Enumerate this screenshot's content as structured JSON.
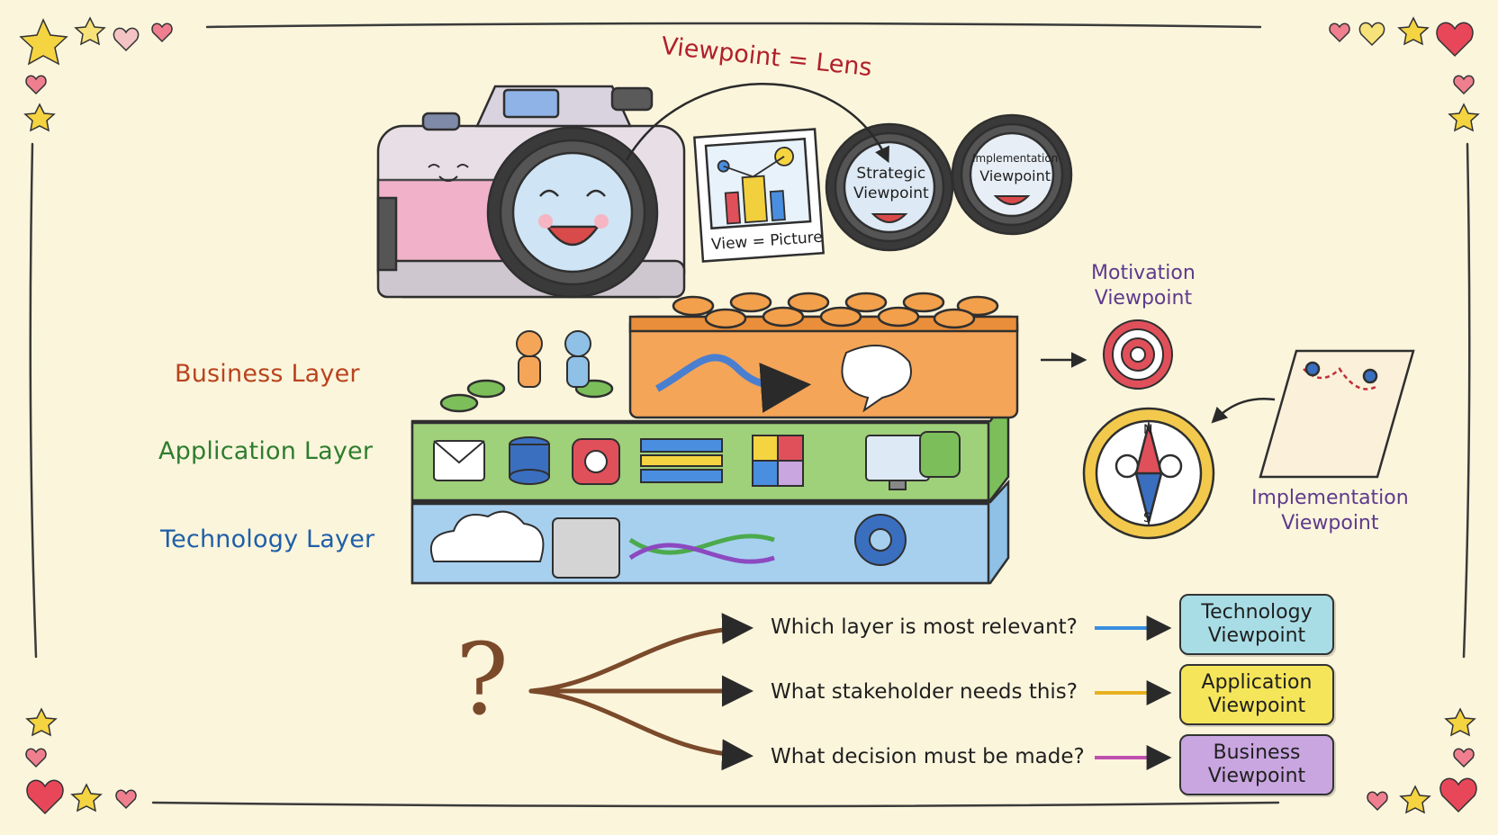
{
  "title": "Viewpoint = Lens",
  "picture_label": "View = Picture",
  "lenses": [
    {
      "line1": "Strategic",
      "line2": "Viewpoint"
    },
    {
      "line1": "Implementation",
      "line2": "Viewpoint"
    }
  ],
  "layers": {
    "business": "Business Layer",
    "application": "Application Layer",
    "technology": "Technology Layer"
  },
  "motivation": {
    "line1": "Motivation",
    "line2": "Viewpoint"
  },
  "implementation": {
    "line1": "Implementation",
    "line2": "Viewpoint"
  },
  "questions": [
    "Which layer is most relevant?",
    "What stakeholder needs this?",
    "What decision must be made?"
  ],
  "question_mark": "?",
  "viewpoints": [
    {
      "line1": "Technology",
      "line2": "Viewpoint"
    },
    {
      "line1": "Application",
      "line2": "Viewpoint"
    },
    {
      "line1": "Business",
      "line2": "Viewpoint"
    }
  ],
  "compass_letters": {
    "north": "N",
    "south": "S"
  },
  "colors": {
    "background": "#fbf5dc",
    "business": "#b8441e",
    "application": "#2e7d2e",
    "technology": "#1f5fa8",
    "purple": "#5e3a8c",
    "title_red": "#b0202a",
    "tech_box": "#a8dde6",
    "app_box": "#f5e55a",
    "biz_box": "#c9a6e0"
  }
}
